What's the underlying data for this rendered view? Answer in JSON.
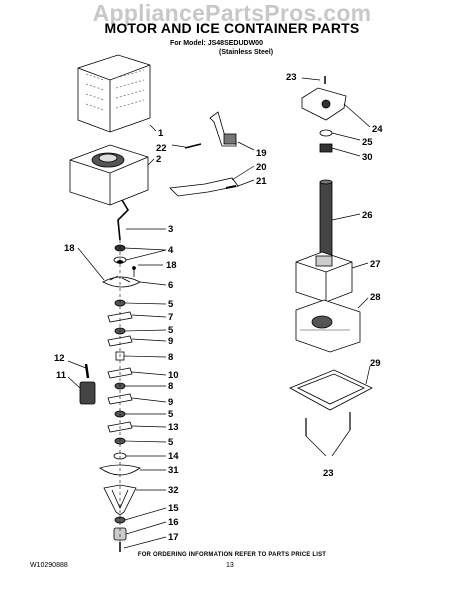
{
  "watermark": "AppliancePartsPros.com",
  "title": "MOTOR AND ICE CONTAINER PARTS",
  "model_line": "For Model: JS48SEDUDW00",
  "model_note": "(Stainless Steel)",
  "footer_note": "FOR ORDERING INFORMATION REFER TO PARTS PRICE LIST",
  "doc_number": "W10290888",
  "page_number": "13",
  "callouts": {
    "c1": "1",
    "c2": "2",
    "c3": "3",
    "c4": "4",
    "c5a": "5",
    "c5b": "5",
    "c5c": "5",
    "c5d": "5",
    "c6": "6",
    "c7": "7",
    "c8a": "8",
    "c8b": "8",
    "c9a": "9",
    "c9b": "9",
    "c10": "10",
    "c11": "11",
    "c12": "12",
    "c13": "13",
    "c14": "14",
    "c15": "15",
    "c16": "16",
    "c17": "17",
    "c18a": "18",
    "c18b": "18",
    "c19": "19",
    "c20": "20",
    "c21": "21",
    "c22": "22",
    "c23a": "23",
    "c23b": "23",
    "c24": "24",
    "c25": "25",
    "c26": "26",
    "c27": "27",
    "c28": "28",
    "c29": "29",
    "c30": "30",
    "c31": "31",
    "c32": "32"
  }
}
